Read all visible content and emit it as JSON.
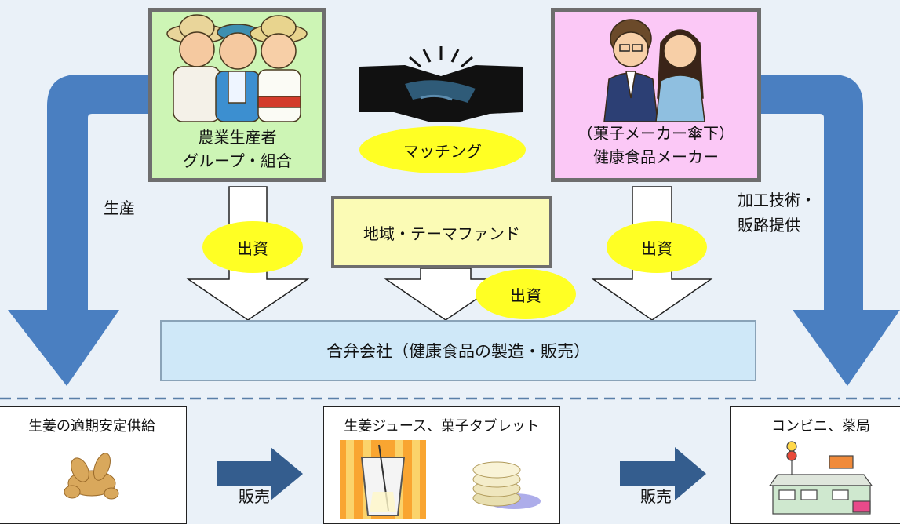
{
  "nodes": {
    "farmers": {
      "line1": "農業生産者",
      "line2": "グループ・組合"
    },
    "makers": {
      "line1": "（菓子メーカー傘下）",
      "line2": "健康食品メーカー"
    },
    "fund": "地域・テーマファンド",
    "joint_venture": "合弁会社（健康食品の製造・販売）",
    "ginger_supply": "生姜の適期安定供給",
    "products": "生姜ジュース、菓子タブレット",
    "retail": "コンビニ、薬局"
  },
  "labels": {
    "matching": "マッチング",
    "invest_left": "出資",
    "invest_right": "出資",
    "invest_fund": "出資",
    "production": "生産",
    "processing_line1": "加工技術・",
    "processing_line2": "販路提供",
    "sales_1": "販売",
    "sales_2": "販売"
  },
  "colors": {
    "background": "#eaf1f8",
    "big_arrow": "#4a7fc1",
    "sales_arrow": "#345d8e",
    "farmer_box": "#cdf5b5",
    "maker_box": "#fbc8f6",
    "fund_box": "#fbfbb5",
    "jv_box": "#cfe8f8",
    "ellipse": "#ffff24"
  },
  "icons": [
    "farmers-illustration-icon",
    "handshake-icon",
    "office-workers-illustration-icon",
    "ginger-root-icon",
    "juice-glass-icon",
    "tablets-icon",
    "store-building-icon"
  ]
}
